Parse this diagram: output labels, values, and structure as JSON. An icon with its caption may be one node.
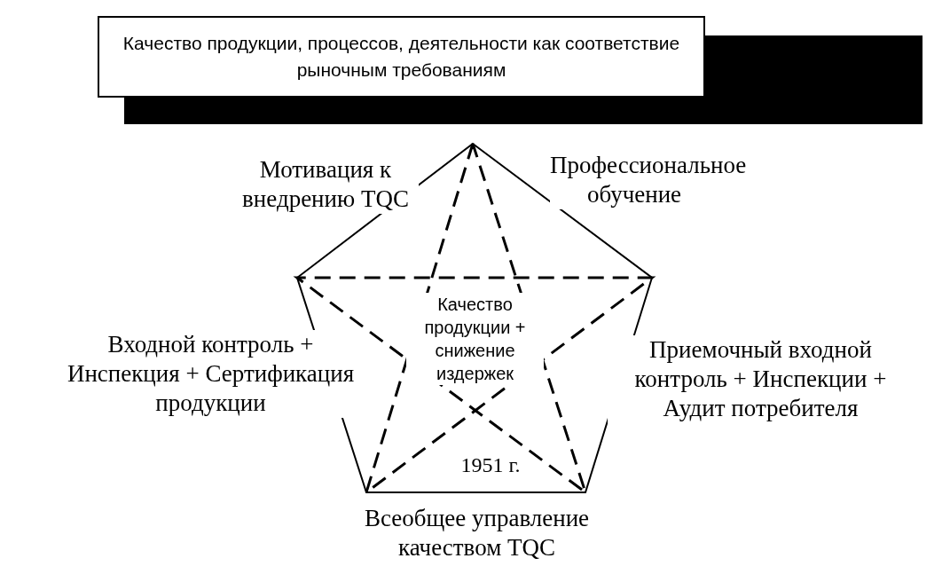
{
  "diagram": {
    "nodes": [
      {
        "text": [
          "Качество продукции, процессов, деятельности как соответствие рыночным требованиям"
        ]
      },
      {
        "text": [
          "Качество продукции + снижение издержек"
        ]
      }
    ],
    "labels": [
      "Мотивация к внедрению TQC",
      "Профессиональное обучение",
      "Входной контроль + Инспекция + Сертификация продукции",
      "Приемочный входной контроль + Инспекции + Аудит потребителя",
      "1951 г.",
      "Всеобщее управление качеством TQC"
    ]
  }
}
